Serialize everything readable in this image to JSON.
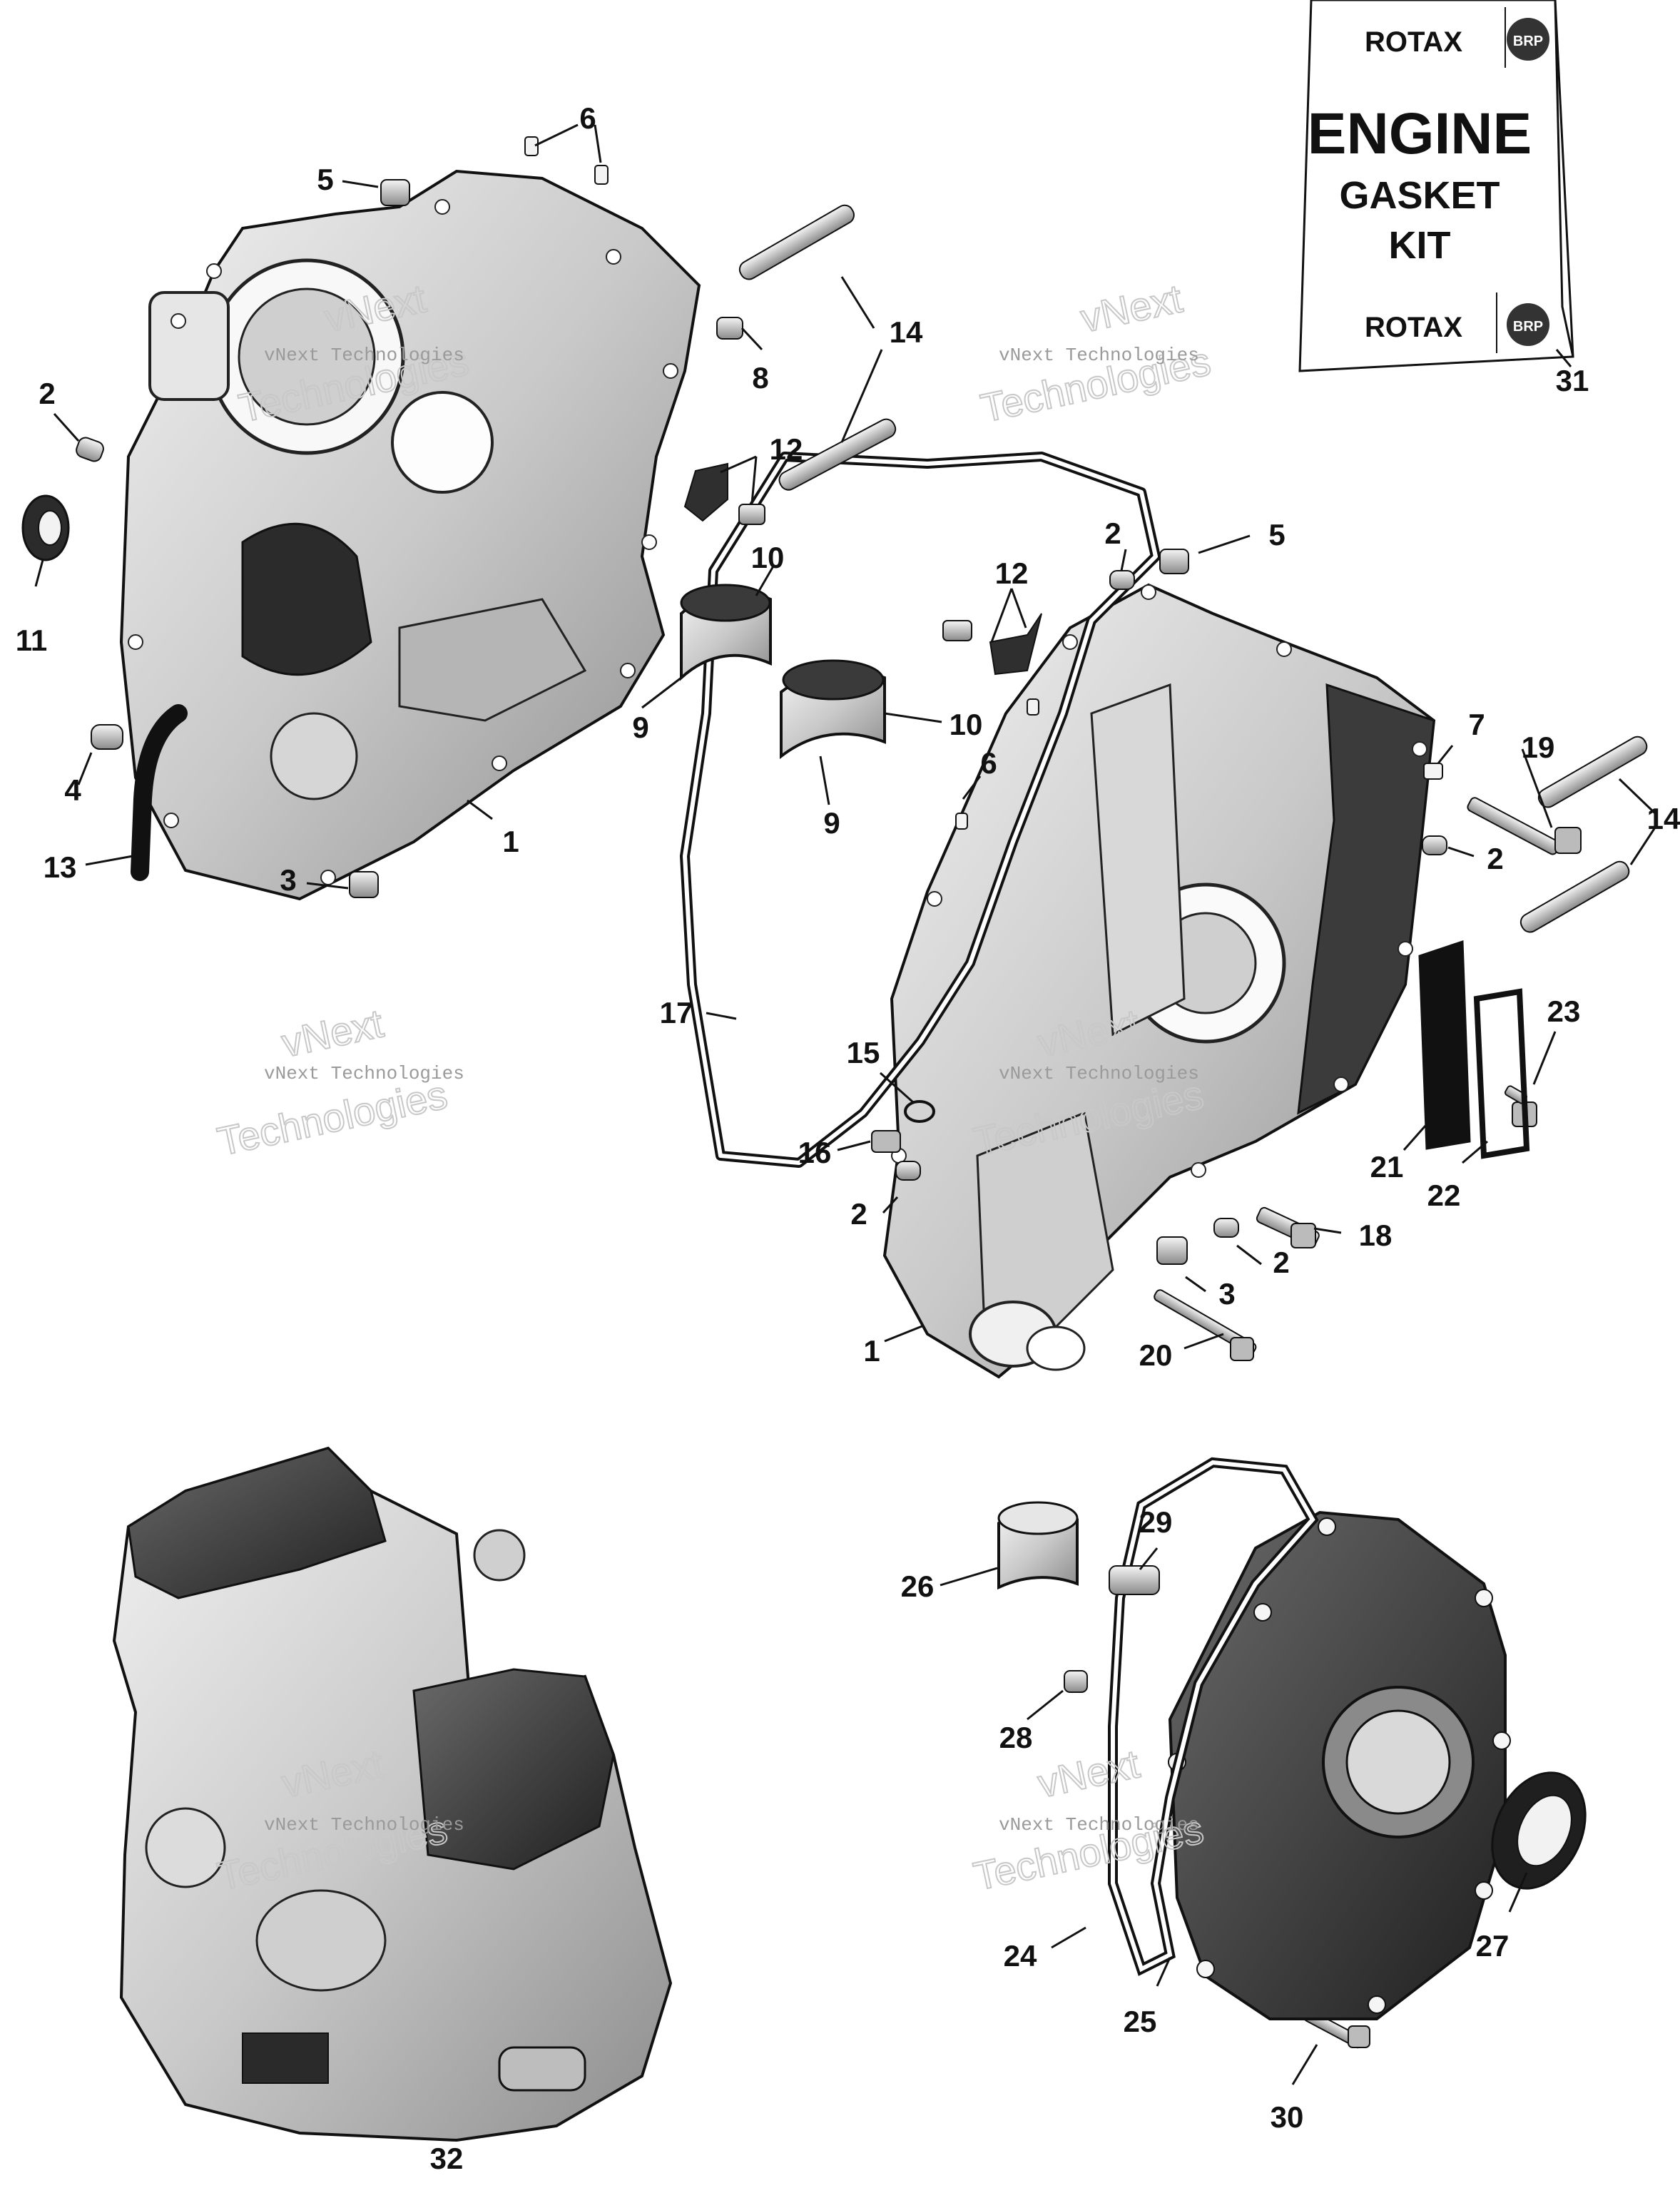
{
  "kit": {
    "brand": "ROTAX",
    "brand_mark": "BRP",
    "line1": "ENGINE",
    "line2": "GASKET",
    "line3": "KIT"
  },
  "watermark": {
    "line1": "vNext Technologies",
    "line2": "vNext",
    "line3": "Technologies"
  },
  "labels": {
    "l1a": "1",
    "l1b": "1",
    "l2a": "2",
    "l2b": "2",
    "l2c": "2",
    "l2d": "2",
    "l2e": "2",
    "l3a": "3",
    "l3b": "3",
    "l4": "4",
    "l5a": "5",
    "l5b": "5",
    "l6a": "6",
    "l6b": "6",
    "l7": "7",
    "l8": "8",
    "l9a": "9",
    "l9b": "9",
    "l10a": "10",
    "l10b": "10",
    "l11": "11",
    "l12a": "12",
    "l12b": "12",
    "l13": "13",
    "l14a": "14",
    "l14b": "14",
    "l15": "15",
    "l16": "16",
    "l17": "17",
    "l18": "18",
    "l19": "19",
    "l20": "20",
    "l21": "21",
    "l22": "22",
    "l23": "23",
    "l24": "24",
    "l25": "25",
    "l26": "26",
    "l27": "27",
    "l28": "28",
    "l29": "29",
    "l30": "30",
    "l31": "31",
    "l32": "32"
  }
}
